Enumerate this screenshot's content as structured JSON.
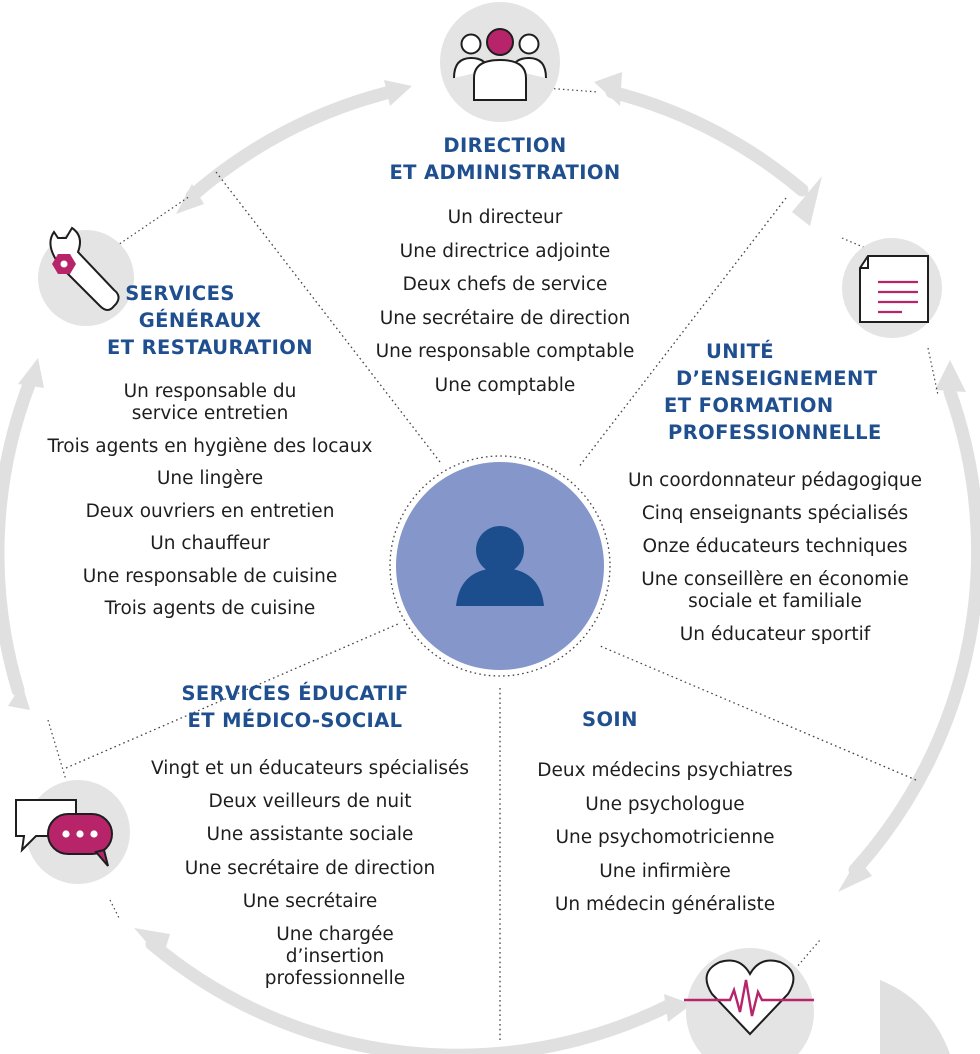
{
  "colors": {
    "title_blue": "#1f4f8f",
    "center_circle": "#8596ca",
    "person_icon": "#1c4e8d",
    "accent_magenta": "#b8246a",
    "icon_circle_gray": "#e4e4e4",
    "arrow_gray": "#e0e0e0",
    "dotted_line": "#444444"
  },
  "center": {
    "icon": "person-icon"
  },
  "sections": {
    "direction": {
      "icon": "team-icon",
      "title": [
        "DIRECTION",
        "ET ADMINISTRATION"
      ],
      "items": [
        "Un directeur",
        "Une directrice adjointe",
        "Deux chefs de service",
        "Une secrétaire de direction",
        "Une responsable comptable",
        "Une comptable"
      ]
    },
    "services_generaux": {
      "icon": "wrench-icon",
      "title": [
        "SERVICES",
        "GÉNÉRAUX",
        "ET RESTAURATION"
      ],
      "items": [
        "Un responsable du service entretien",
        "Trois agents en hygiène des locaux",
        "Une lingère",
        "Deux ouvriers en entretien",
        "Un chauffeur",
        "Une responsable de cuisine",
        "Trois agents de cuisine"
      ]
    },
    "enseignement": {
      "icon": "document-icon",
      "title": [
        "UNITÉ",
        "D’ENSEIGNEMENT",
        "ET FORMATION",
        "PROFESSIONNELLE"
      ],
      "items": [
        "Un coordonnateur pédagogique",
        "Cinq enseignants spécialisés",
        "Onze éducateurs techniques",
        "Une conseillère en économie sociale et familiale",
        "Un éducateur sportif"
      ]
    },
    "educatif": {
      "icon": "chat-bubbles-icon",
      "title": [
        "SERVICES ÉDUCATIF",
        "ET MÉDICO-SOCIAL"
      ],
      "items": [
        "Vingt et un éducateurs spécialisés",
        "Deux veilleurs de nuit",
        "Une assistante sociale",
        "Une secrétaire de direction",
        "Une secrétaire",
        "Une chargée d’insertion professionnelle"
      ]
    },
    "soin": {
      "icon": "heart-pulse-icon",
      "title": [
        "SOIN"
      ],
      "items": [
        "Deux médecins psychiatres",
        "Une psychologue",
        "Une psychomotricienne",
        "Une infirmière",
        "Un médecin généraliste"
      ]
    }
  }
}
